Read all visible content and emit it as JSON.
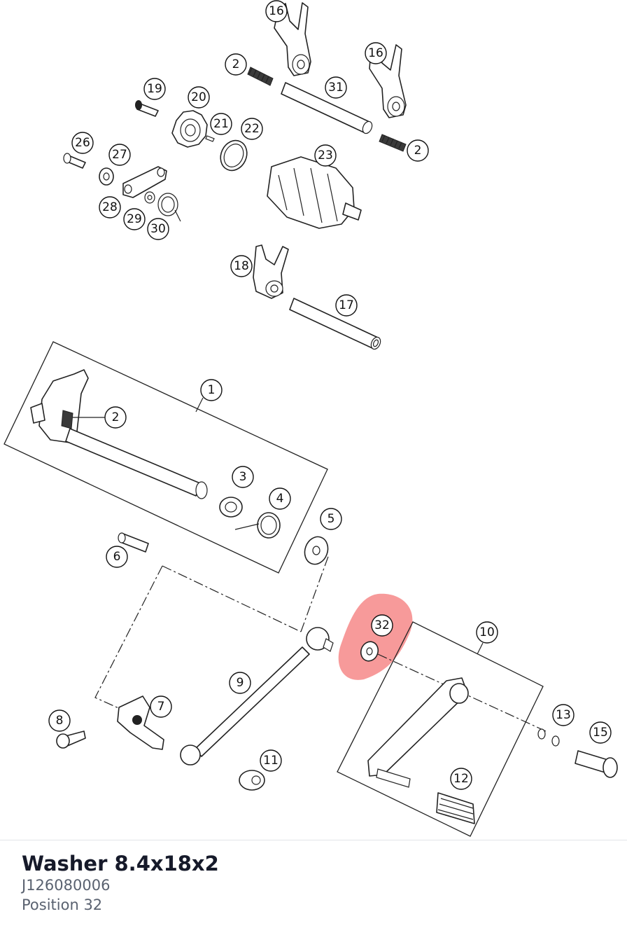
{
  "selected_part": {
    "name": "Washer 8.4x18x2",
    "number": "J126080006",
    "position": "Position 32"
  },
  "callouts": [
    "16",
    "2",
    "16",
    "19",
    "20",
    "31",
    "21",
    "22",
    "26",
    "27",
    "2",
    "23",
    "28",
    "29",
    "30",
    "18",
    "17",
    "1",
    "2",
    "3",
    "4",
    "5",
    "6",
    "32",
    "10",
    "9",
    "7",
    "8",
    "13",
    "15",
    "11",
    "12"
  ],
  "colors": {
    "highlight": "#f25c5c",
    "title": "#161a2a",
    "subtitle": "#5a6270"
  }
}
